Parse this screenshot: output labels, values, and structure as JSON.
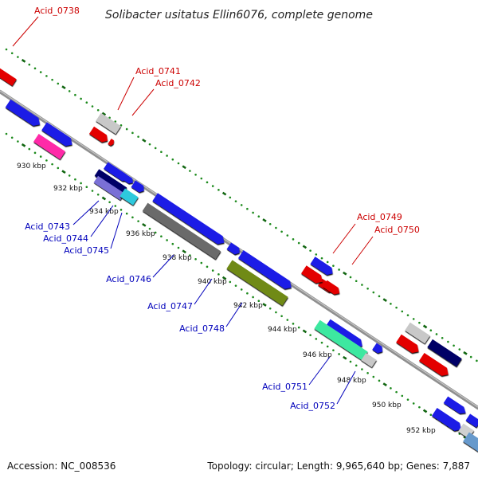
{
  "title": "Solibacter usitatus Ellin6076, complete genome",
  "footer": {
    "accession": "Accession: NC_008536",
    "topology": "Topology: circular; Length: 9,965,640 bp; Genes: 7,887"
  },
  "colors": {
    "backbone": "#8f8f8f",
    "tick_dot": "#1d8a1d",
    "tick_major": "#116611",
    "label_red": "#cc0000",
    "label_blue": "#0000bb"
  },
  "kbp_ticks": [
    {
      "label": "930 kbp"
    },
    {
      "label": "932 kbp"
    },
    {
      "label": "934 kbp"
    },
    {
      "label": "936 kbp"
    },
    {
      "label": "938 kbp"
    },
    {
      "label": "940 kbp"
    },
    {
      "label": "942 kbp"
    },
    {
      "label": "944 kbp"
    },
    {
      "label": "946 kbp"
    },
    {
      "label": "948 kbp"
    },
    {
      "label": "950 kbp"
    },
    {
      "label": "952 kbp"
    }
  ],
  "genes": [
    {
      "name": "Acid_0738",
      "strand": "top",
      "color": "#e30000"
    },
    {
      "name": "Acid_0741",
      "strand": "top",
      "color": "#c8c8c8"
    },
    {
      "name": "Acid_0742",
      "strand": "top",
      "color": "#e30000"
    },
    {
      "name": "Acid_0749",
      "strand": "top",
      "color": "#1a1ae6"
    },
    {
      "name": "Acid_0750",
      "strand": "top",
      "color": "#e30000"
    },
    {
      "name": "Acid_0743",
      "strand": "bottom",
      "color": "#7a70d6"
    },
    {
      "name": "Acid_0744",
      "strand": "bottom",
      "color": "#2ec9dd"
    },
    {
      "name": "Acid_0745",
      "strand": "bottom",
      "color": "#1a1ae6"
    },
    {
      "name": "Acid_0746",
      "strand": "bottom",
      "color": "#6b6b6b"
    },
    {
      "name": "Acid_0747",
      "strand": "bottom",
      "color": "#1a1ae6"
    },
    {
      "name": "Acid_0748",
      "strand": "bottom",
      "color": "#6f8a12"
    },
    {
      "name": "Acid_0751",
      "strand": "bottom",
      "color": "#3de8a0"
    },
    {
      "name": "Acid_0752",
      "strand": "bottom",
      "color": "#c8c8c8"
    }
  ]
}
